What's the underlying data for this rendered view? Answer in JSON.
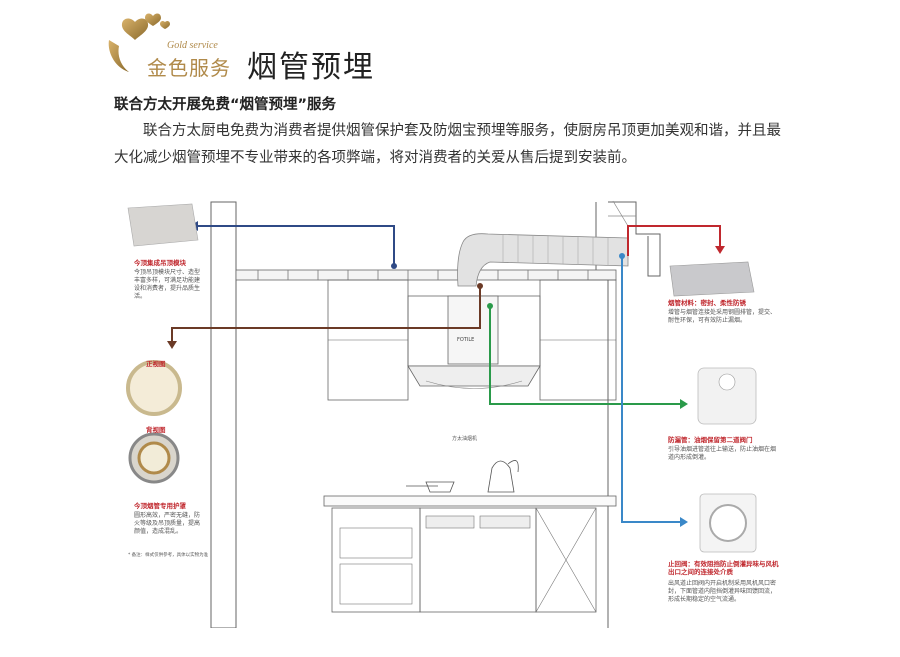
{
  "header": {
    "logo_en": "Gold service",
    "logo_cn": "金色服务",
    "title": "烟管预埋"
  },
  "intro": {
    "subtitle": "联合方太开展免费“烟管预埋”服务",
    "paragraph": "联合方太厨电免费为消费者提供烟管保护套及防烟宝预埋等服务，使厨房吊顶更加美观和谐，并且最大化减少烟管预埋不专业带来的各项弊端，将对消费者的关爱从售后提到安装前。"
  },
  "diagram": {
    "center_label": "方太油烟机",
    "hood_brand": "FOTILE",
    "left": {
      "ceiling_title": "今顶集成吊顶模块",
      "ceiling_text": "今顶吊顶模块尺寸、造型丰富多样，可满足功能建设和消费者，提升品质生活。",
      "ring_title": "正视图",
      "back_title": "背视图",
      "cover_title": "今顶烟管专用护罩",
      "cover_text": "圆形高效，严密无缝，防火等级及吊顶质量，提高颜值，造成混乱。",
      "note": "* 备注：样式仅供参考，具体以实物为准"
    },
    "right": {
      "duct_title": "烟管材料：密封、柔性防锈",
      "duct_text": "增管与烟管连接处采用钢圆排管，提交、耐性环保，可有效防止漏烟。",
      "protector_title": "防漏管：油烟保留第二道阀门",
      "protector_text": "引导油烟进管道往上输送，防止油烟在烟道内形成倒灌。",
      "valve_title": "止回阀：有效阻挡防止倒灌异味与风机出口之间的连接处介质",
      "valve_text": "出风道止回阀内开启机制采用风机风口密封，下面管道内阻挡倒灌异味回馈回流，形成长期稳定的空气流通。"
    },
    "colors": {
      "blue": "#2f4a86",
      "brown": "#6b3a26",
      "green": "#2a9a4a",
      "light_blue": "#3a88c8",
      "red": "#c0282e",
      "gold": "#b08a4a"
    }
  }
}
